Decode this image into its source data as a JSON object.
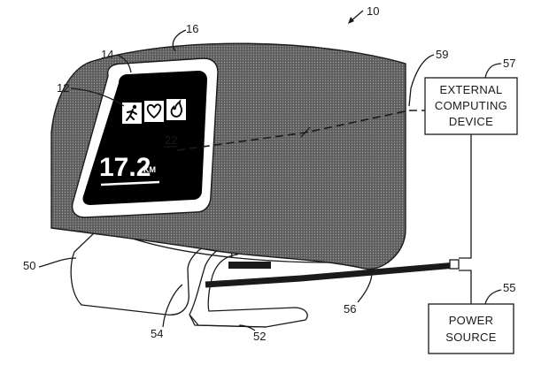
{
  "figure_number": "10",
  "refs": {
    "display": "12",
    "bezel": "14",
    "band": "16",
    "connector_label": "22",
    "stand_base": "50",
    "stand_bottom": "52",
    "stand_arm": "54",
    "cable": "56",
    "signal_link": "59"
  },
  "external_device": {
    "ref": "57",
    "lines": [
      "EXTERNAL",
      "COMPUTING",
      "DEVICE"
    ]
  },
  "power_source": {
    "ref": "55",
    "lines": [
      "POWER",
      "SOURCE"
    ]
  },
  "screen": {
    "distance_value": "17.2",
    "distance_unit": "KM",
    "icons": [
      "runner-icon",
      "heart-icon",
      "flame-icon"
    ]
  }
}
